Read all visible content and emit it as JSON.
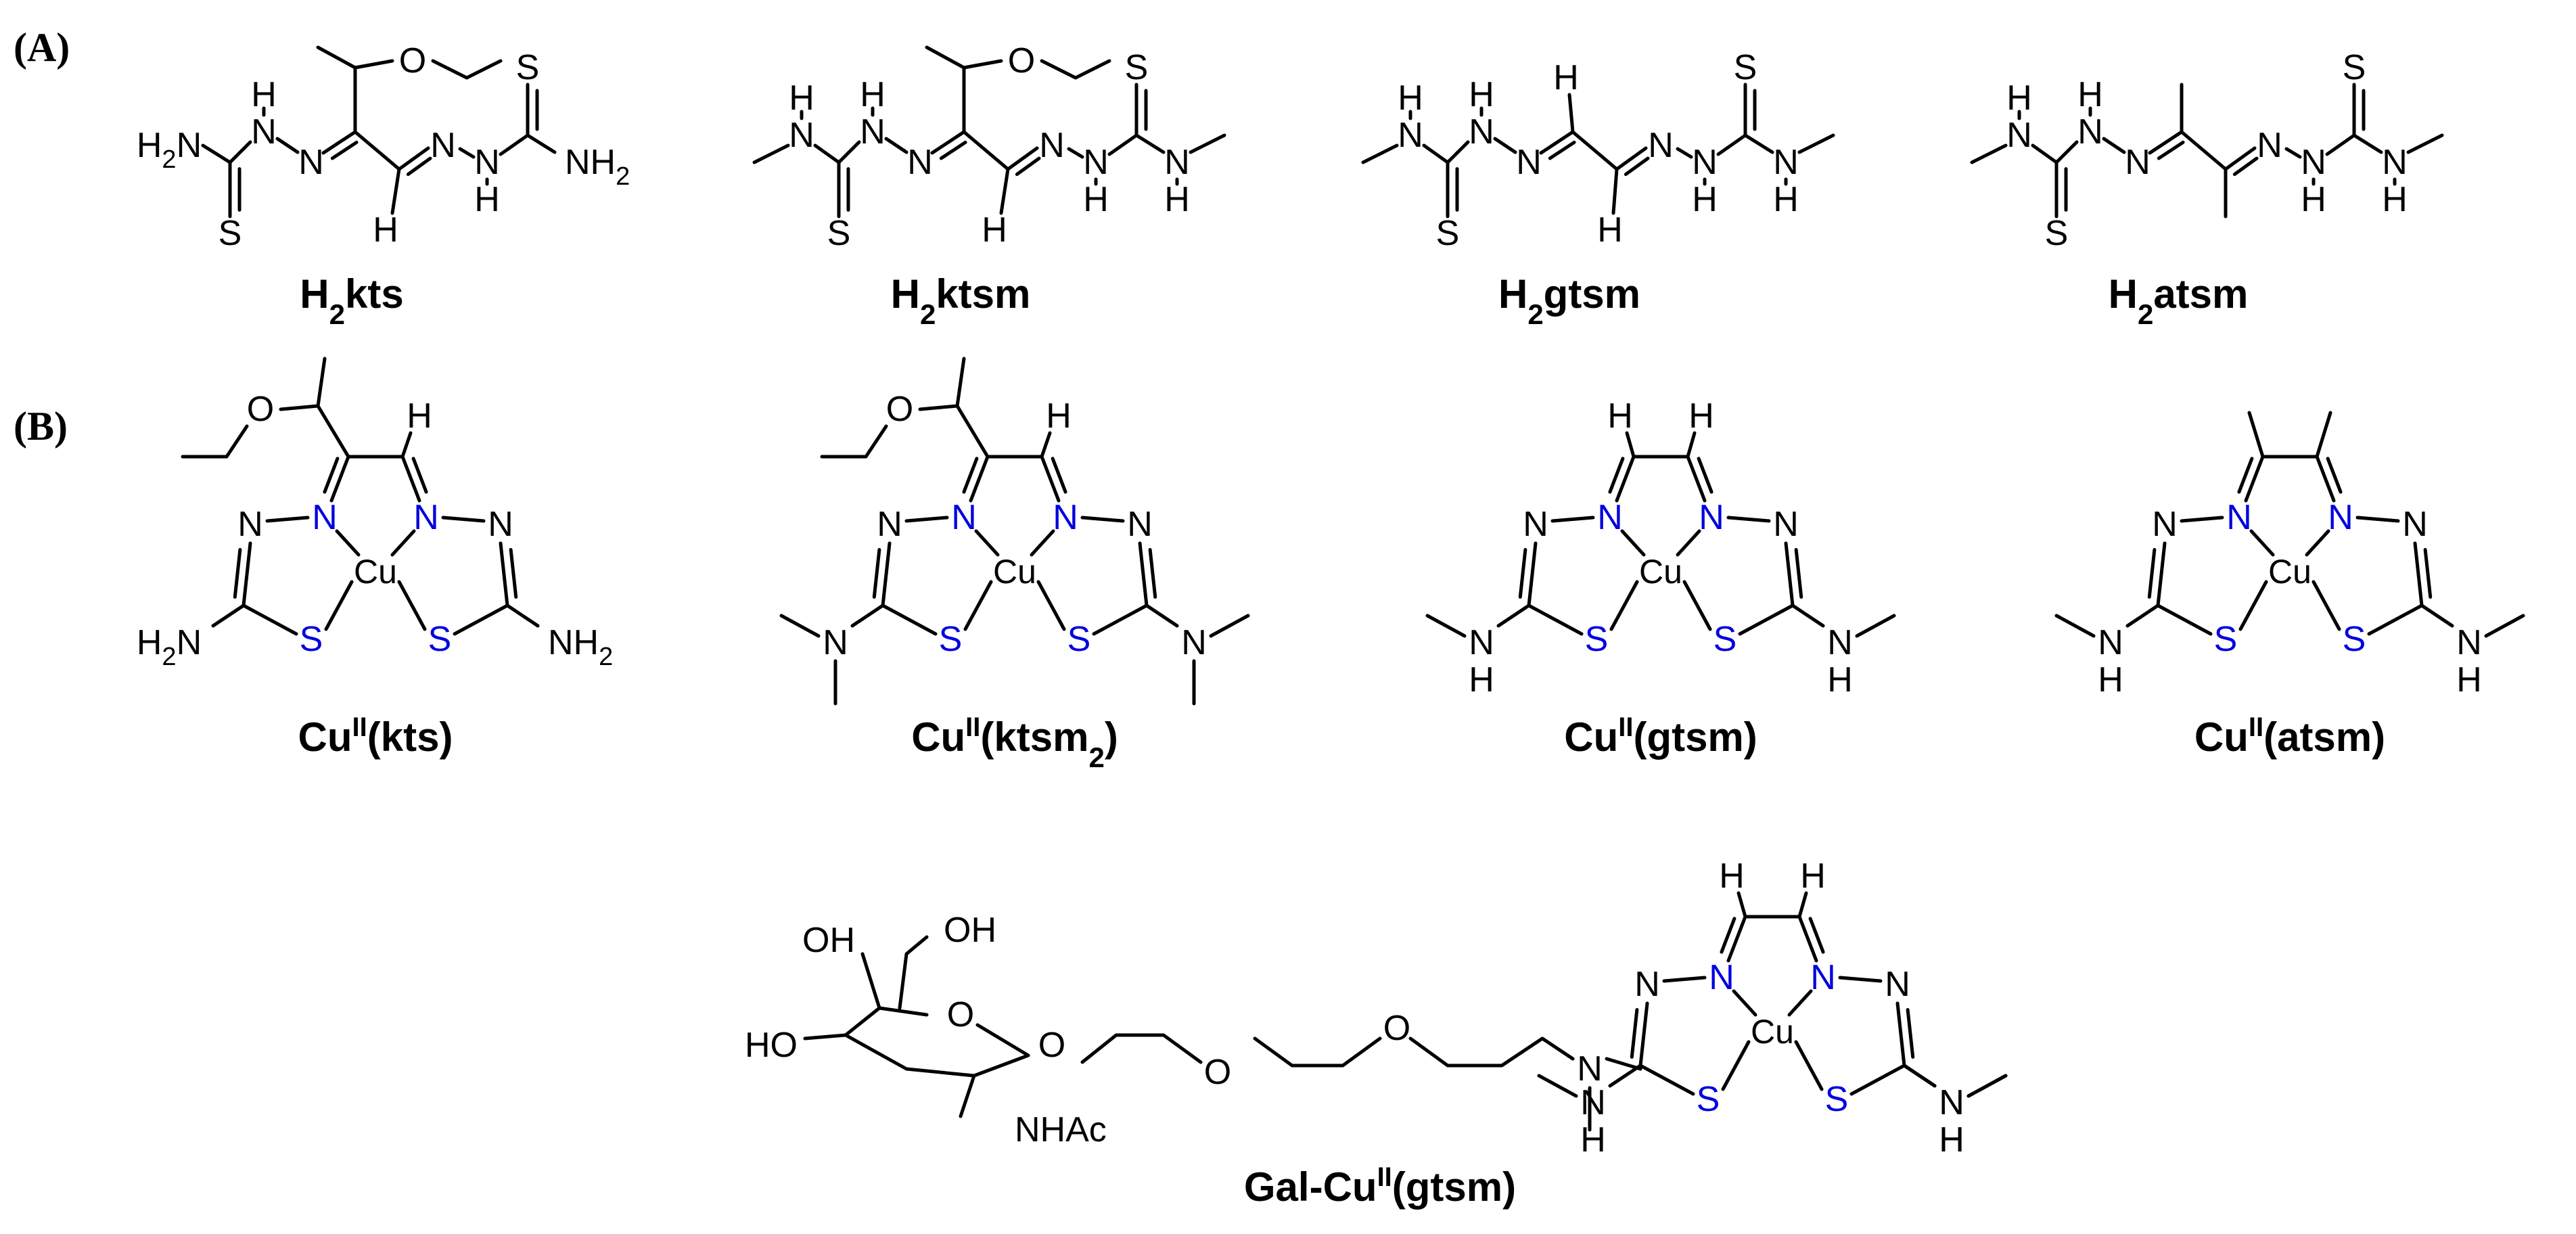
{
  "panels": {
    "a": "(A)",
    "b": "(B)"
  },
  "ligands": [
    {
      "name_base": "H",
      "name_sub": "2",
      "name_rest": "kts",
      "left_terminal": "H2N",
      "right_terminal": "NH2"
    },
    {
      "name_base": "H",
      "name_sub": "2",
      "name_rest": "ktsm",
      "left_terminal": "NHMe",
      "right_terminal": "NHMe"
    },
    {
      "name_base": "H",
      "name_sub": "2",
      "name_rest": "gtsm",
      "left_terminal": "NHMe",
      "right_terminal": "NHMe"
    },
    {
      "name_base": "H",
      "name_sub": "2",
      "name_rest": "atsm",
      "left_terminal": "NHMe",
      "right_terminal": "NHMe"
    }
  ],
  "complexes": [
    {
      "name_base": "Cu",
      "name_sup": "II",
      "name_rest": "(kts)"
    },
    {
      "name_base": "Cu",
      "name_sup": "II",
      "name_rest": "(ktsm",
      "name_sub": "2",
      "name_end": ")"
    },
    {
      "name_base": "Cu",
      "name_sup": "II",
      "name_rest": "(gtsm)"
    },
    {
      "name_base": "Cu",
      "name_sup": "II",
      "name_rest": "(atsm)"
    },
    {
      "name_base": "Gal-Cu",
      "name_sup": "II",
      "name_rest": "(gtsm)"
    }
  ],
  "atoms": {
    "nitrogen": "N",
    "sulfur": "S",
    "oxygen": "O",
    "hydrogen": "H",
    "copper": "Cu",
    "amine_left": "H",
    "amine_left_sub": "2",
    "amine_left_end": "N",
    "amine_right": "NH",
    "amine_right_sub": "2",
    "hydroxyl": "OH",
    "hydroxyl_left": "HO",
    "acetamido": "NHAc"
  },
  "colors": {
    "metal_bound_atoms": "#0000e0",
    "default": "#000000"
  }
}
